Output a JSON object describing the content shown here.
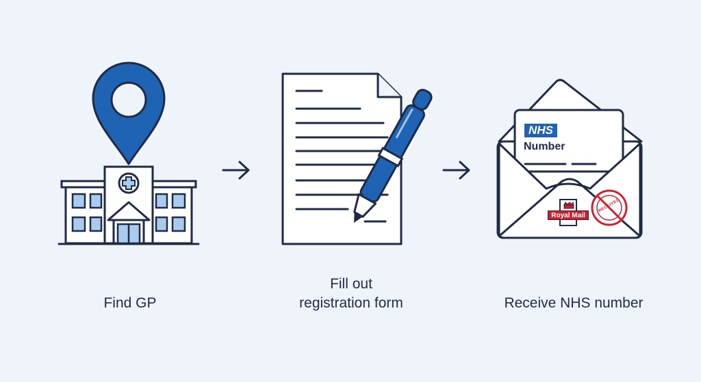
{
  "steps": [
    {
      "caption": "Find GP",
      "icon": "map-pin-gp-surgery-icon"
    },
    {
      "caption_line1": "Fill out",
      "caption_line2": "registration form",
      "icon": "document-pen-icon"
    },
    {
      "caption": "Receive NHS number",
      "icon": "envelope-letter-icon"
    }
  ],
  "letter": {
    "badge": "NHS",
    "text": "Number"
  },
  "stamp": {
    "label": "Royal Mail"
  },
  "postmark": {
    "label": "RECEIVED"
  },
  "colors": {
    "navy": "#1f2a44",
    "blue": "#1f63b5",
    "background": "#eef4fa",
    "window_blue": "#a9cbee",
    "red": "#d0202d"
  }
}
